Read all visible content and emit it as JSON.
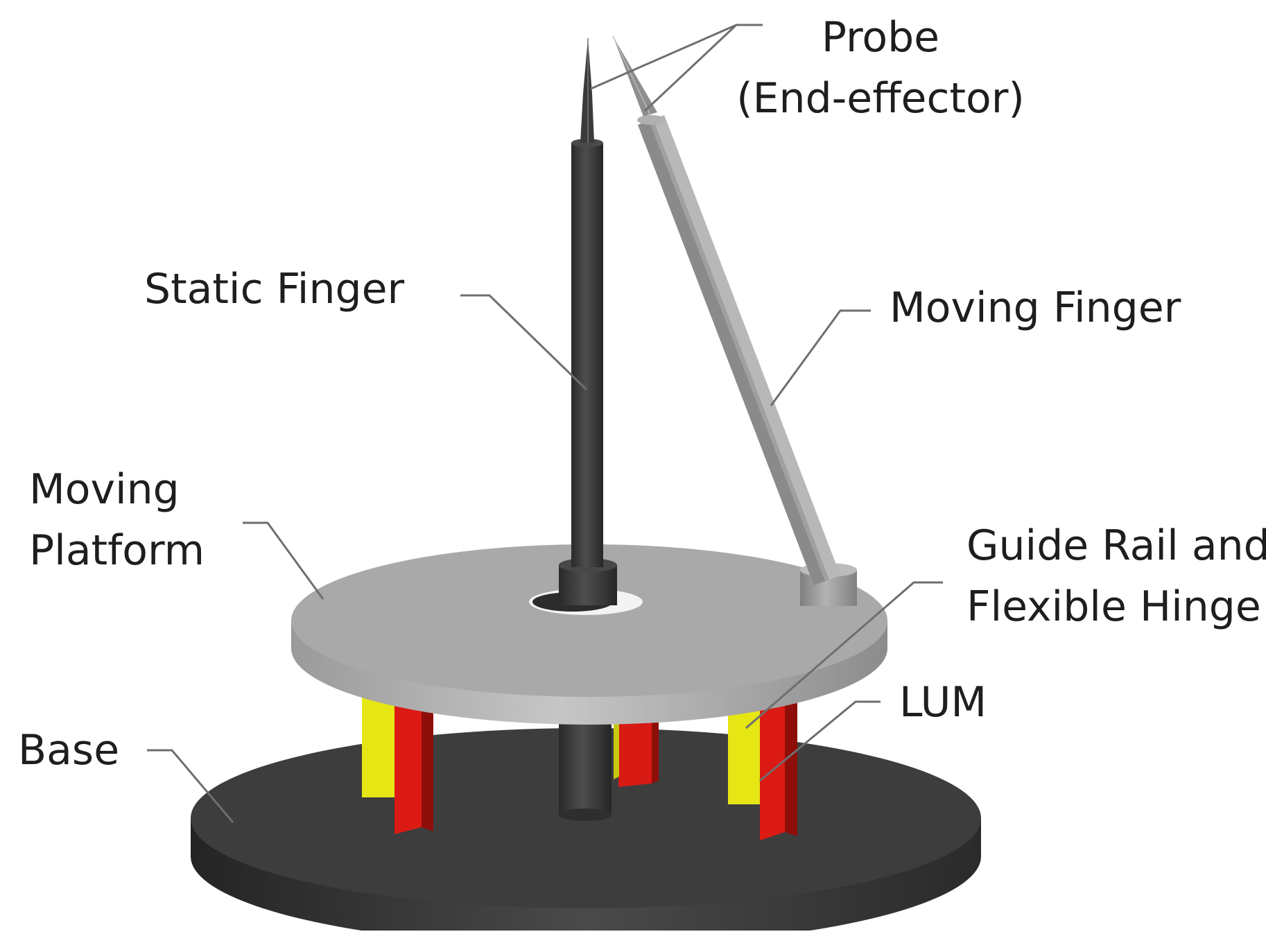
{
  "labels": {
    "probe": [
      "Probe",
      "(End-effector)"
    ],
    "static_finger": "Static Finger",
    "moving_finger": "Moving Finger",
    "moving_platform": [
      "Moving",
      "Platform"
    ],
    "guide_rail": [
      "Guide Rail and",
      "Flexible Hinge"
    ],
    "lum": "LUM",
    "base": "Base"
  },
  "colors": {
    "base": "#3a3a3a",
    "moving_platform": "#a8a8a8",
    "static_finger": "#3c3c3c",
    "moving_finger": "#9a9a9a",
    "guide_rail": "#e3e313",
    "lum": "#dc1a14",
    "leader_line": "#6e6e6e"
  }
}
